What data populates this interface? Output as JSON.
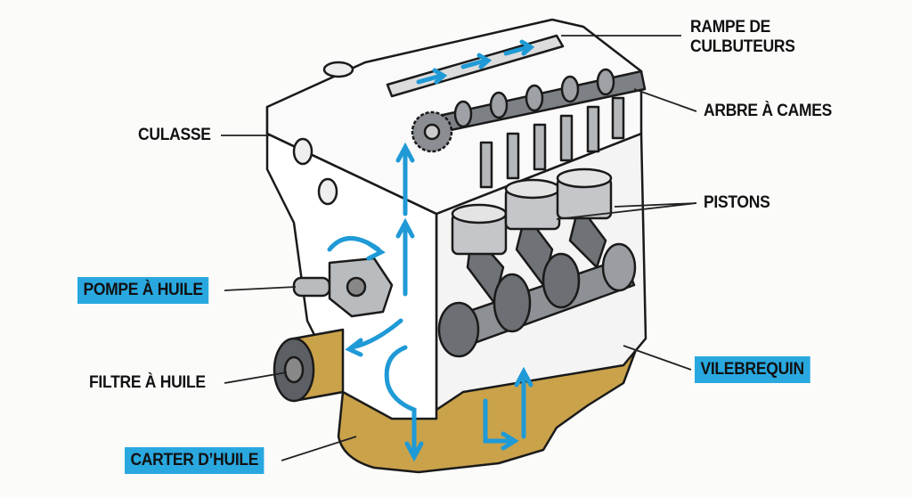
{
  "labels": {
    "rocker_rail": [
      "RAMPE DE",
      "CULBUTEURS"
    ],
    "camshaft": "ARBRE À CAMES",
    "cylinder_head": "CULASSE",
    "pistons": "PISTONS",
    "oil_pump": "POMPE À HUILE",
    "oil_filter": "FILTRE À HUILE",
    "crankshaft": "VILEBREQUIN",
    "oil_pan": "CARTER D’HUILE"
  },
  "colors": {
    "highlight": "#29a8e0",
    "oil_flow": "#1f9ad6",
    "oil_pan": "#c9a24a",
    "metal": "#8d9094"
  }
}
